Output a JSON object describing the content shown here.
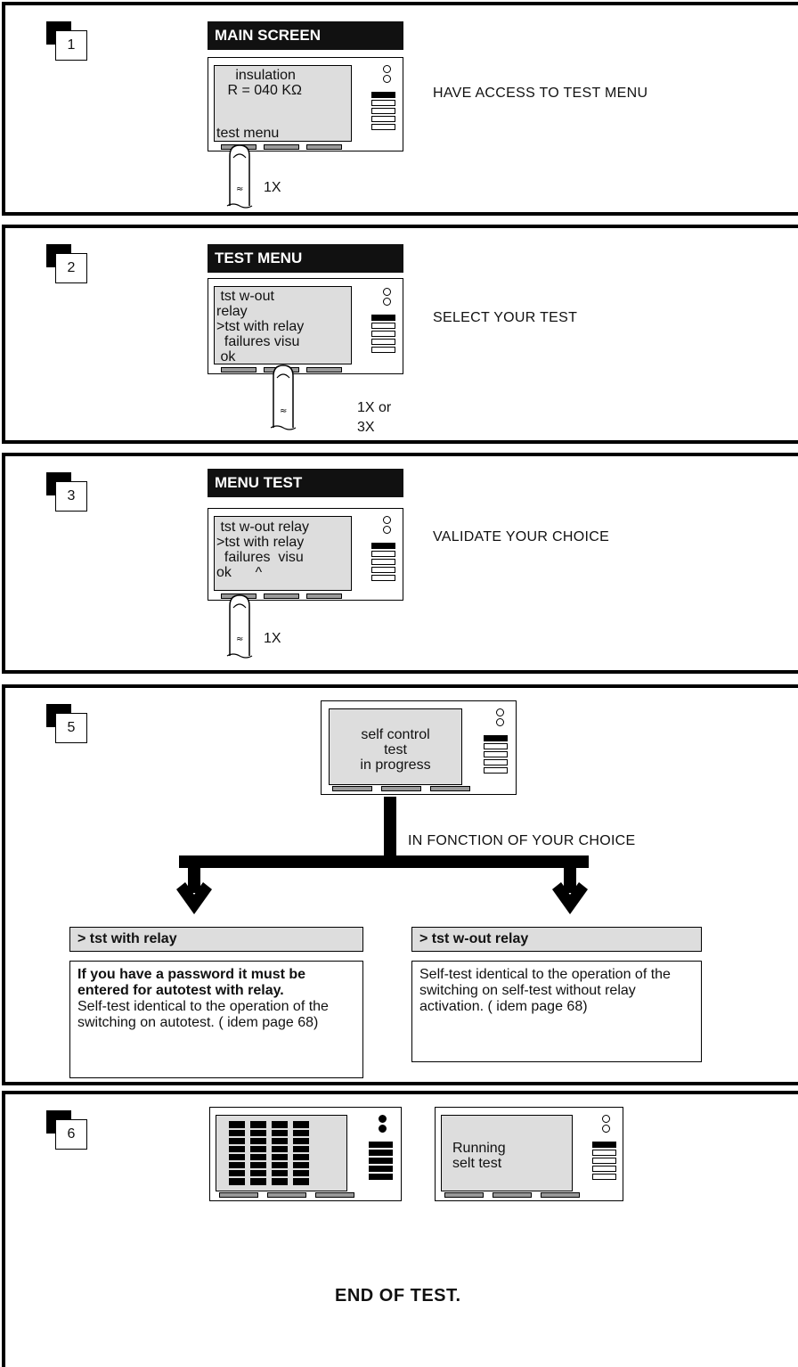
{
  "steps": [
    {
      "number": "1",
      "screen_title": "MAIN SCREEN",
      "screen_lines": [
        "   insulation",
        " R = 040 KΩ",
        "",
        "test menu"
      ],
      "press": "1X",
      "instruction": "HAVE ACCESS TO TEST MENU"
    },
    {
      "number": "2",
      "screen_title": "TEST MENU",
      "screen_lines": [
        " tst w-out",
        "relay",
        ">tst with relay",
        "  failures visu",
        " ok"
      ],
      "press_line1": "1X or",
      "press_line2": "3X",
      "instruction": "SELECT YOUR TEST"
    },
    {
      "number": "3",
      "screen_title": "MENU TEST",
      "screen_lines": [
        " tst w-out relay",
        ">tst with relay",
        "  failures  visu",
        "ok      ^"
      ],
      "press": "1X",
      "instruction": "VALIDATE YOUR CHOICE"
    },
    {
      "number": "5",
      "screen_lines": [
        "self control",
        "test",
        "in progress"
      ],
      "flow_label": "IN FONCTION OF YOUR CHOICE",
      "choices": [
        {
          "header": "> tst with  relay",
          "bold_text": "If you have a password it must be entered for autotest with relay.",
          "text": "Self-test identical to the operation of the switching on autotest. ( idem page 68)"
        },
        {
          "header": "> tst w-out relay",
          "text": "Self-test identical to the operation of the switching on self-test without relay activation. ( idem page 68)"
        }
      ]
    },
    {
      "number": "6",
      "screen_lines": [
        "Running",
        "selt test"
      ],
      "end_text": "END OF TEST."
    }
  ],
  "icons": [
    "finger-press-icon",
    "down-arrow-icon",
    "led-indicator-icon"
  ],
  "colors": {
    "title_bar": "#111111",
    "screen": "#dddddd",
    "choice_header": "#dddddd",
    "softkey": "#999999"
  }
}
